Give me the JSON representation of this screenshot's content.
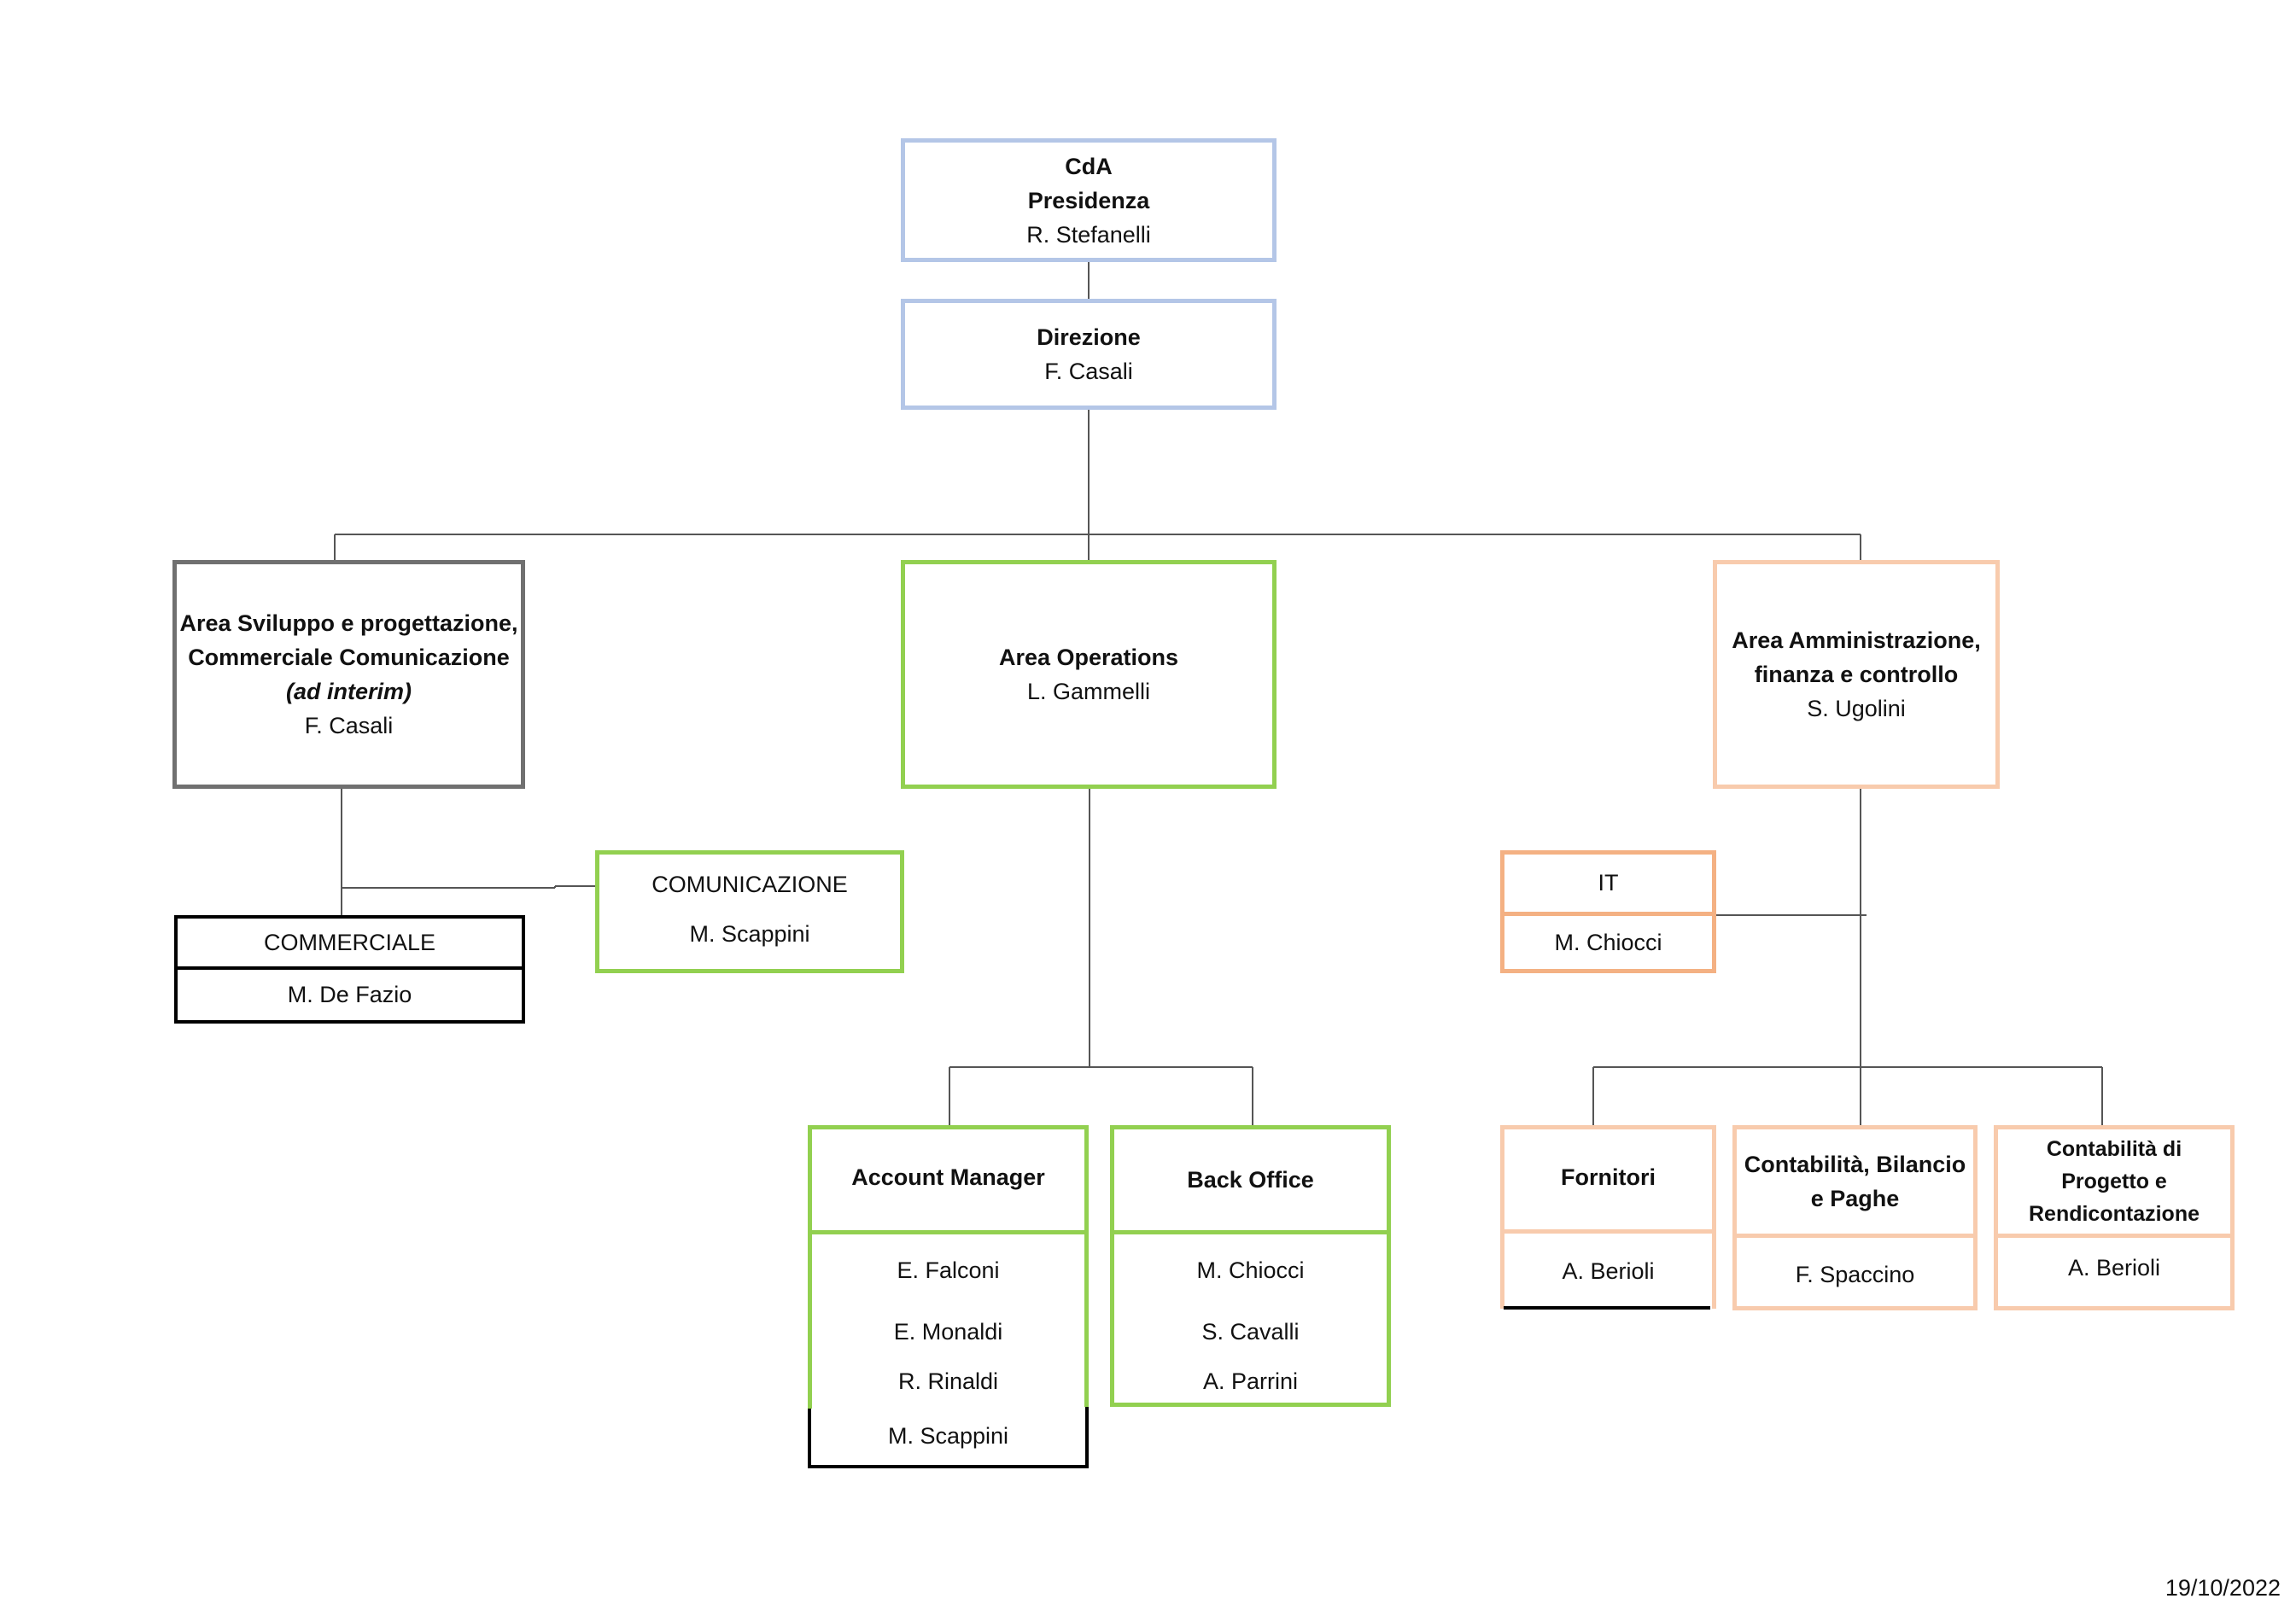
{
  "cda": {
    "line1": "CdA",
    "line2": "Presidenza",
    "name": "R. Stefanelli"
  },
  "direzione": {
    "title": "Direzione",
    "name": "F. Casali"
  },
  "area_sviluppo": {
    "line1": "Area Sviluppo e progettazione,",
    "line2": "Commerciale Comunicazione",
    "note": "(ad interim)",
    "name": "F. Casali"
  },
  "area_operations": {
    "title": "Area Operations",
    "name": "L. Gammelli"
  },
  "area_amministrazione": {
    "line1": "Area Amministrazione,",
    "line2": "finanza e controllo",
    "name": "S. Ugolini"
  },
  "commerciale": {
    "title": "COMMERCIALE",
    "name": "M. De Fazio"
  },
  "comunicazione": {
    "title": "COMUNICAZIONE",
    "name": "M. Scappini"
  },
  "it": {
    "title": "IT",
    "name": "M. Chiocci"
  },
  "account_manager": {
    "title": "Account Manager",
    "members": [
      "E. Falconi",
      "E. Monaldi",
      "R. Rinaldi",
      "M. Scappini"
    ]
  },
  "back_office": {
    "title": "Back Office",
    "members": [
      "M. Chiocci",
      "S. Cavalli",
      "A. Parrini"
    ]
  },
  "fornitori": {
    "title": "Fornitori",
    "name": "A. Berioli"
  },
  "contabilita_bilancio": {
    "line1": "Contabilità, Bilancio",
    "line2": "e Paghe",
    "name": "F. Spaccino"
  },
  "contabilita_progetto": {
    "line1": "Contabilità di",
    "line2": "Progetto e",
    "line3": "Rendicontazione",
    "name": "A. Berioli"
  },
  "date": "19/10/2022",
  "colors": {
    "blue": "#b4c6e7",
    "grey": "#707070",
    "green": "#92d050",
    "peach": "#f8cbad",
    "orange": "#f4b183",
    "line": "#555555"
  }
}
